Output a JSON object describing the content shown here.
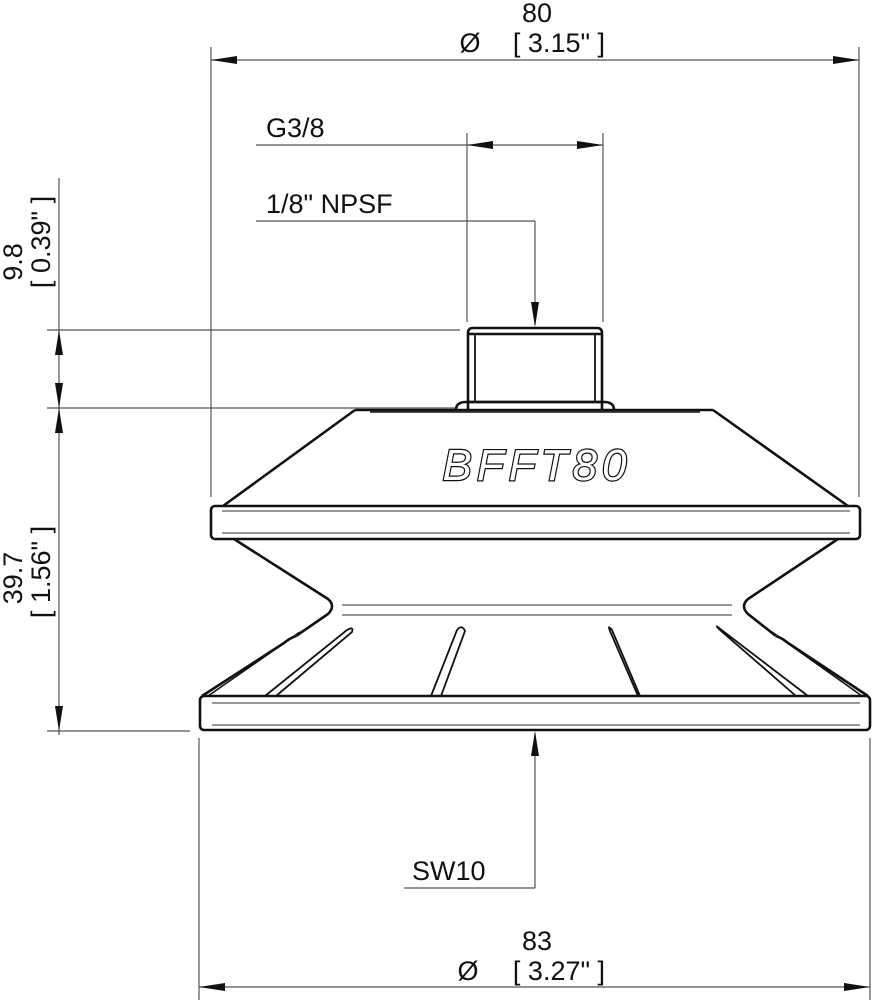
{
  "drawing": {
    "part_marking": "BFFT80",
    "line_colors": {
      "outline": "#111111",
      "dimension": "#555555",
      "hidden": "#777777",
      "background": "#ffffff"
    }
  },
  "dimensions": {
    "top_diameter": {
      "symbol": "Ø",
      "mm": "80",
      "inch": "[ 3.15\" ]"
    },
    "bottom_diameter": {
      "symbol": "Ø",
      "mm": "83",
      "inch": "[ 3.27\" ]"
    },
    "thread_height": {
      "mm": "9.8",
      "inch": "[ 0.39\" ]"
    },
    "body_height": {
      "mm": "39.7",
      "inch": "[ 1.56\" ]"
    }
  },
  "callouts": {
    "thread_g": "G3/8",
    "thread_npsf": "1/8\" NPSF",
    "wrench_size": "SW10"
  }
}
